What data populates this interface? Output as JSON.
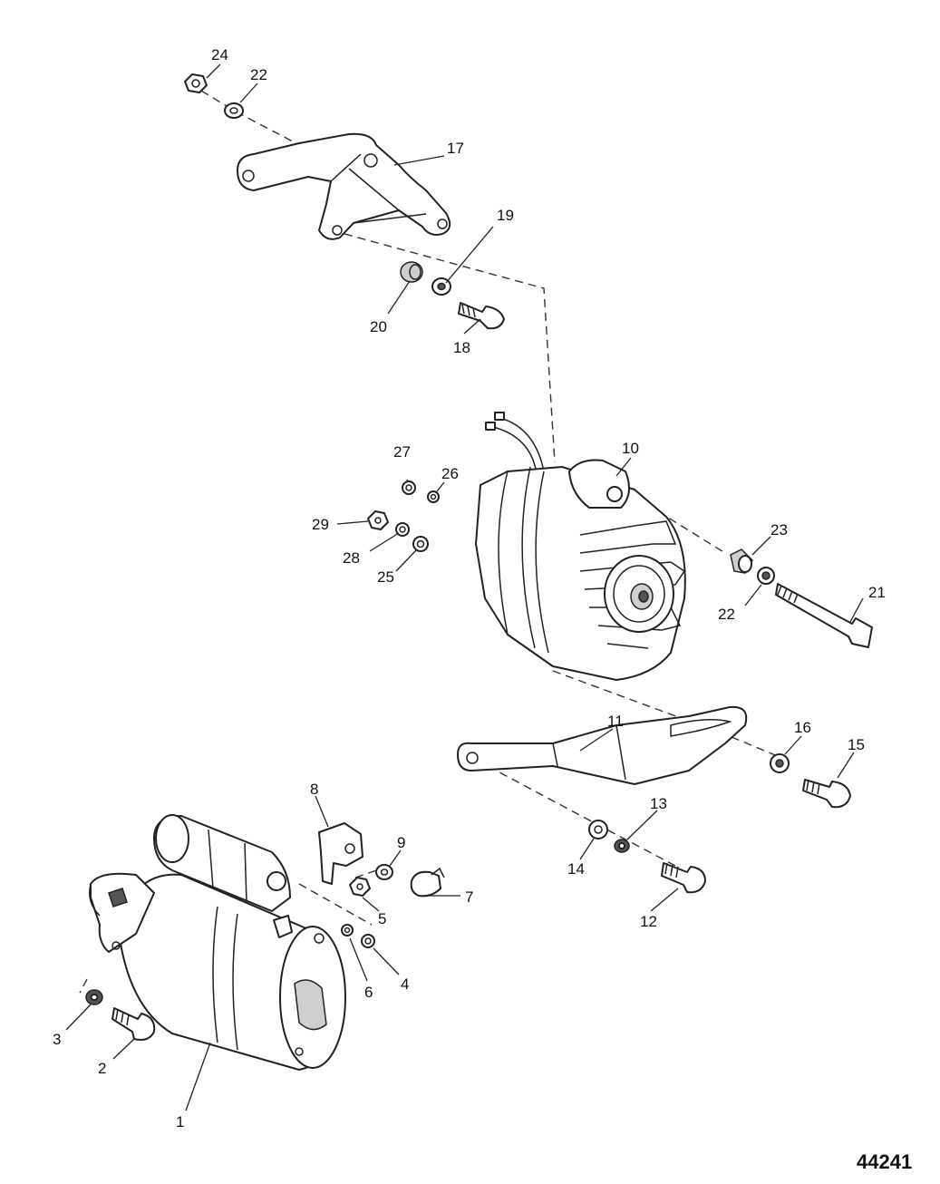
{
  "figure_id": "44241",
  "callouts": {
    "c1": "1",
    "c2": "2",
    "c3": "3",
    "c4": "4",
    "c5": "5",
    "c6": "6",
    "c7": "7",
    "c8": "8",
    "c9": "9",
    "c10": "10",
    "c11": "11",
    "c12": "12",
    "c13": "13",
    "c14": "14",
    "c15": "15",
    "c16": "16",
    "c17": "17",
    "c18": "18",
    "c19": "19",
    "c20": "20",
    "c21": "21",
    "c22a": "22",
    "c22b": "22",
    "c23": "23",
    "c24": "24",
    "c25": "25",
    "c26": "26",
    "c27": "27",
    "c28": "28",
    "c29": "29"
  }
}
